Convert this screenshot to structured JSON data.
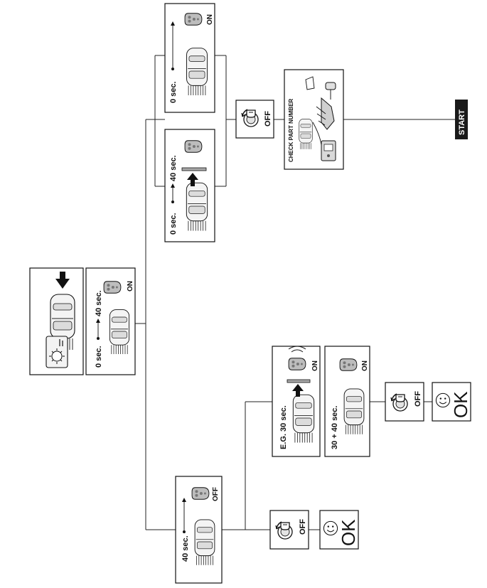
{
  "labels": {
    "zero_sec": "0 sec.",
    "forty_sec": "40 sec.",
    "on": "ON",
    "off": "OFF",
    "eg_thirty": "E.G. 30 sec.",
    "thirty_plus_forty": "30 + 40 sec.",
    "check_part_number": "CHECK PART NUMBER",
    "ok": "OK",
    "start": "START"
  },
  "icons": {
    "car": "car-top-view-icon",
    "key_fob": "remote-key-fob-icon",
    "ignition": "ignition-key-icon",
    "smiley": "smiley-face-icon",
    "arrow": "direction-arrow-icon"
  },
  "colors": {
    "stroke": "#111111",
    "fob_fill": "#bdbdbd",
    "start_bg": "#1a1a1a",
    "start_text": "#ffffff"
  }
}
